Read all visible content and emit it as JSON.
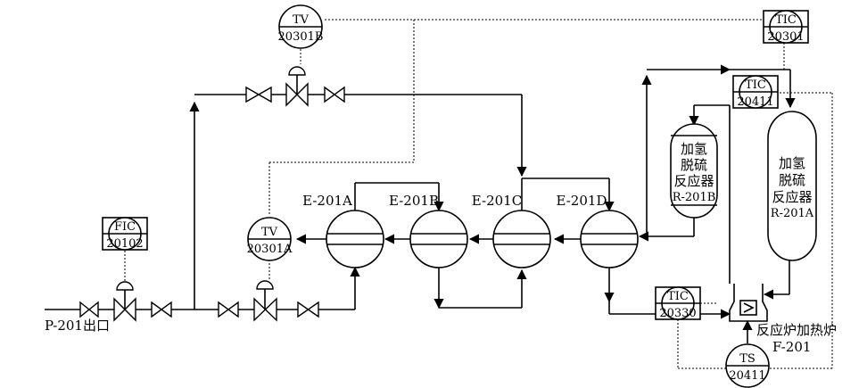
{
  "instruments": {
    "tv20301b": {
      "l1": "TV",
      "l2": "20301B"
    },
    "tic20301": {
      "l1": "TIC",
      "l2": "20301"
    },
    "tic20411": {
      "l1": "TIC",
      "l2": "20411"
    },
    "fic20102": {
      "l1": "FIC",
      "l2": "20102"
    },
    "tv20301a": {
      "l1": "TV",
      "l2": "20301A"
    },
    "tic20330": {
      "l1": "TIC",
      "l2": "20330"
    },
    "ts20411": {
      "l1": "TS",
      "l2": "20411"
    }
  },
  "exchangers": {
    "e201a": "E-201A",
    "e201b": "E-201B",
    "e201c": "E-201C",
    "e201d": "E-201D"
  },
  "reactor_b": {
    "l1": "加氢",
    "l2": "脱硫",
    "l3": "反应器",
    "l4": "R-201B"
  },
  "reactor_a": {
    "l1": "加氢",
    "l2": "脱硫",
    "l3": "反应器",
    "l4": "R-201A"
  },
  "heater": {
    "l1": "反应炉加热炉",
    "l2": "F-201"
  },
  "inlet_label": "P-201出口"
}
